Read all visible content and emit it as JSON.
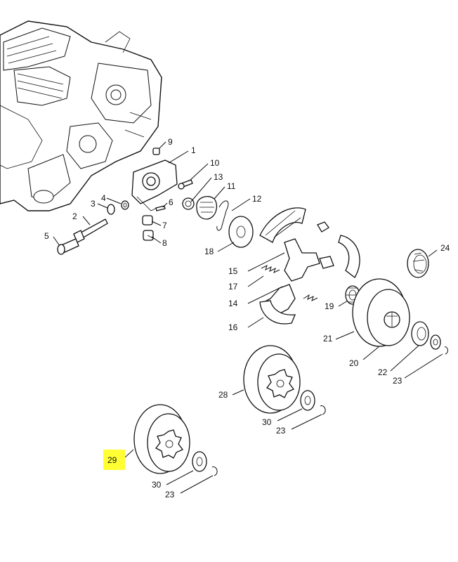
{
  "labels": {
    "p1": "1",
    "p2": "2",
    "p3": "3",
    "p4": "4",
    "p5": "5",
    "p6": "6",
    "p7": "7",
    "p8": "8",
    "p9": "9",
    "p10": "10",
    "p11": "11",
    "p12": "12",
    "p13": "13",
    "p14": "14",
    "p15": "15",
    "p16": "16",
    "p17": "17",
    "p18": "18",
    "p19": "19",
    "p20": "20",
    "p21": "21",
    "p22": "22",
    "p23a": "23",
    "p23b": "23",
    "p23c": "23",
    "p24": "24",
    "p28": "28",
    "p29": "29",
    "p30a": "30",
    "p30b": "30"
  },
  "highlight_color": "#ffff33"
}
